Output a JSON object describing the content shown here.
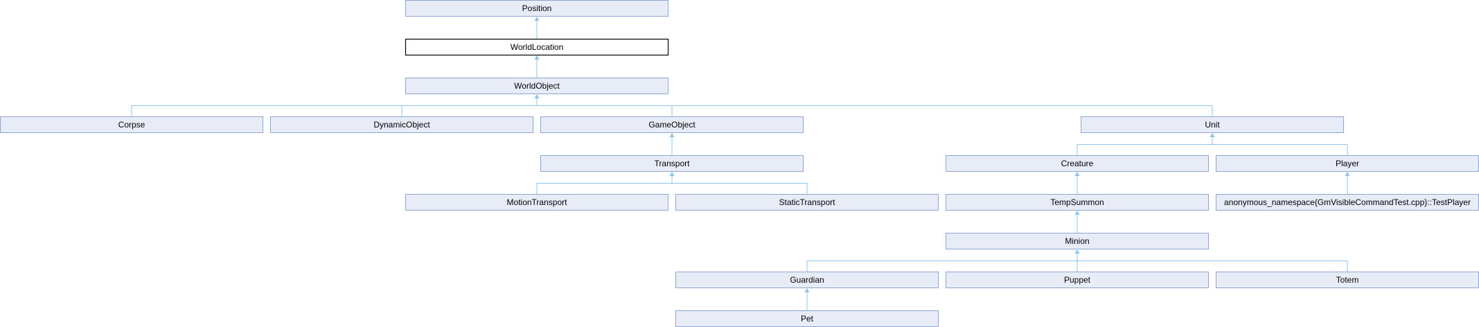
{
  "diagram": {
    "nodes": [
      {
        "id": "position",
        "label": "Position"
      },
      {
        "id": "worldlocation",
        "label": "WorldLocation",
        "current": true
      },
      {
        "id": "worldobject",
        "label": "WorldObject"
      },
      {
        "id": "corpse",
        "label": "Corpse"
      },
      {
        "id": "dynamicobject",
        "label": "DynamicObject"
      },
      {
        "id": "gameobject",
        "label": "GameObject"
      },
      {
        "id": "unit",
        "label": "Unit"
      },
      {
        "id": "transport",
        "label": "Transport"
      },
      {
        "id": "creature",
        "label": "Creature"
      },
      {
        "id": "player",
        "label": "Player"
      },
      {
        "id": "motiontransport",
        "label": "MotionTransport"
      },
      {
        "id": "statictransport",
        "label": "StaticTransport"
      },
      {
        "id": "tempsummon",
        "label": "TempSummon"
      },
      {
        "id": "testplayer",
        "label": "anonymous_namespace{GmVisibleCommandTest.cpp}::TestPlayer"
      },
      {
        "id": "minion",
        "label": "Minion"
      },
      {
        "id": "guardian",
        "label": "Guardian"
      },
      {
        "id": "puppet",
        "label": "Puppet"
      },
      {
        "id": "totem",
        "label": "Totem"
      },
      {
        "id": "pet",
        "label": "Pet"
      }
    ],
    "edges": [
      {
        "from": "worldlocation",
        "to": "position"
      },
      {
        "from": "worldobject",
        "to": "worldlocation"
      },
      {
        "from": "corpse",
        "to": "worldobject"
      },
      {
        "from": "dynamicobject",
        "to": "worldobject"
      },
      {
        "from": "gameobject",
        "to": "worldobject"
      },
      {
        "from": "unit",
        "to": "worldobject"
      },
      {
        "from": "transport",
        "to": "gameobject"
      },
      {
        "from": "motiontransport",
        "to": "transport"
      },
      {
        "from": "statictransport",
        "to": "transport"
      },
      {
        "from": "creature",
        "to": "unit"
      },
      {
        "from": "player",
        "to": "unit"
      },
      {
        "from": "tempsummon",
        "to": "creature"
      },
      {
        "from": "testplayer",
        "to": "player"
      },
      {
        "from": "minion",
        "to": "tempsummon"
      },
      {
        "from": "guardian",
        "to": "minion"
      },
      {
        "from": "puppet",
        "to": "minion"
      },
      {
        "from": "totem",
        "to": "minion"
      },
      {
        "from": "pet",
        "to": "guardian"
      }
    ]
  }
}
